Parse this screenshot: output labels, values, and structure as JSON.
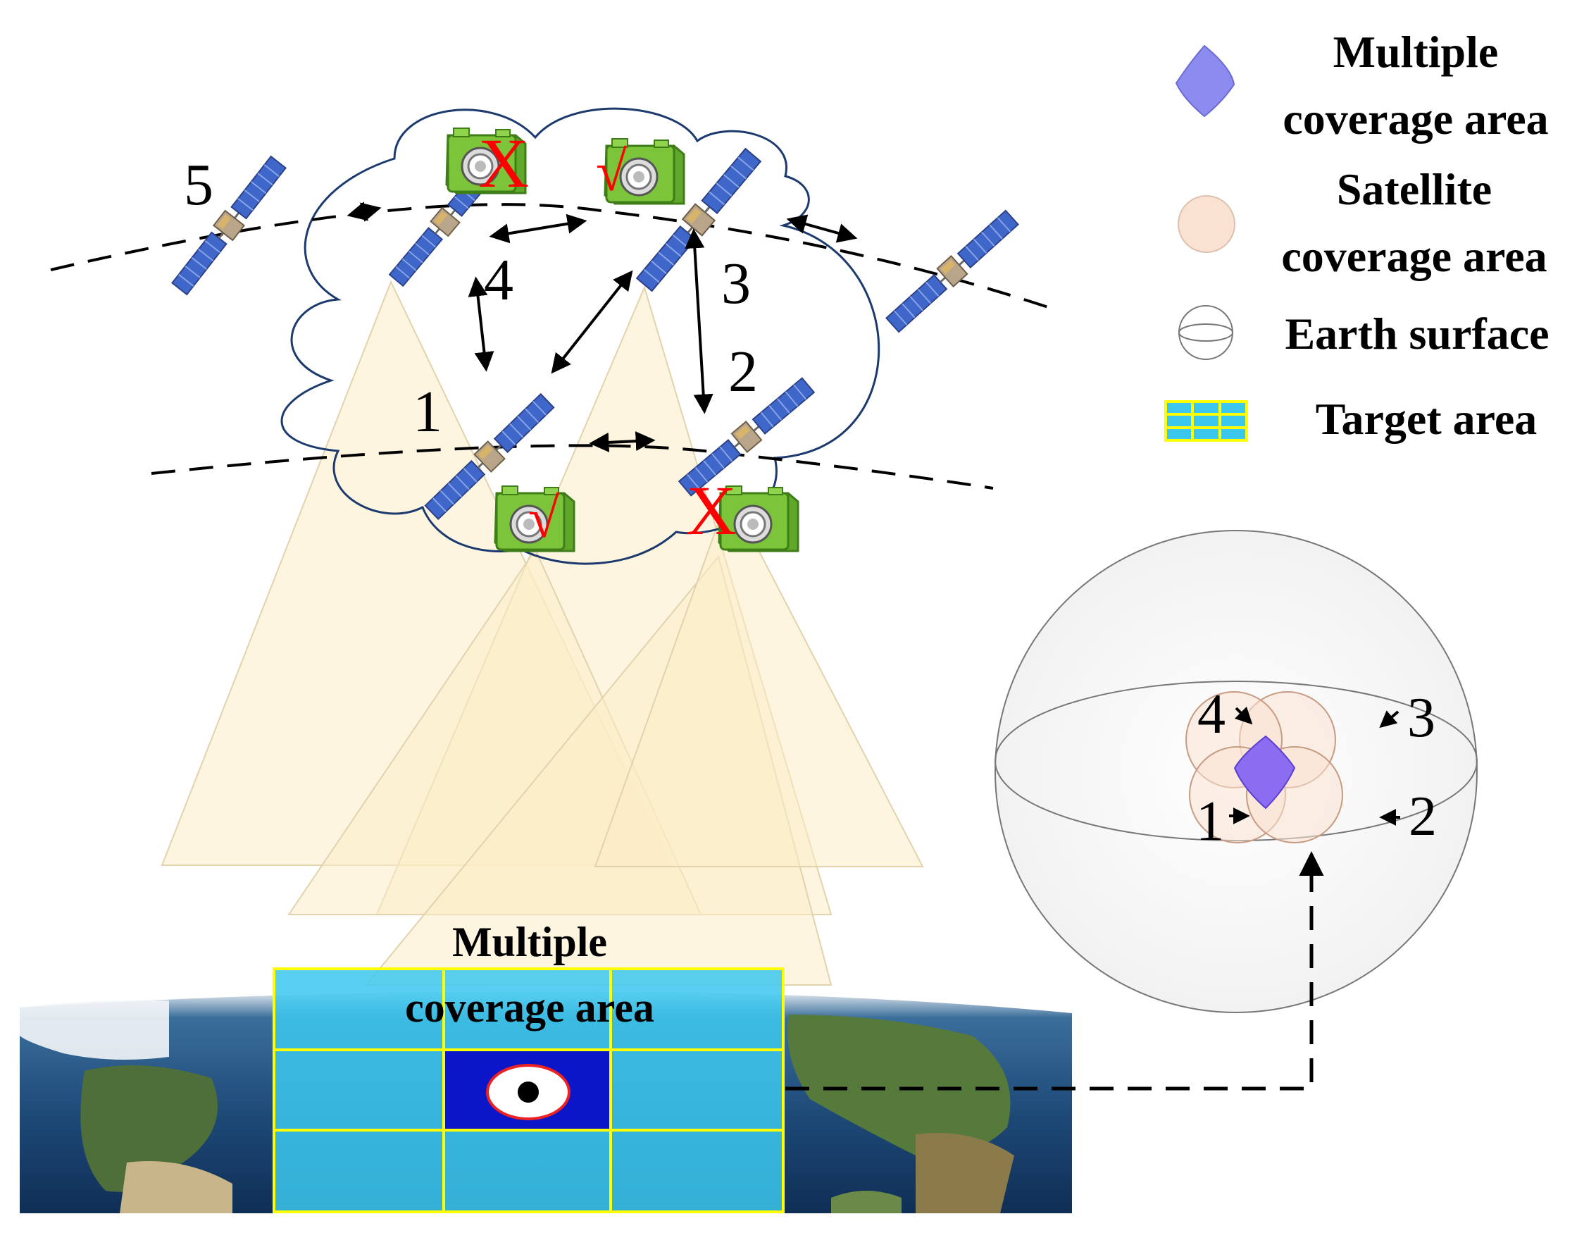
{
  "legend": {
    "items": [
      {
        "line1": "Multiple",
        "line2": "coverage area",
        "icon": "multiple-coverage-swatch",
        "color": "#8c8cf0"
      },
      {
        "line1": "Satellite",
        "line2": "coverage area",
        "icon": "satellite-coverage-swatch",
        "color": "#f9e2d2"
      },
      {
        "line1": "Earth surface",
        "line2": "",
        "icon": "earth-surface-sphere-icon",
        "color": "#ffffff"
      },
      {
        "line1": "Target area",
        "line2": "",
        "icon": "target-area-grid-swatch",
        "color": "#3cc8ee"
      }
    ]
  },
  "satellites": {
    "numbers": [
      "1",
      "2",
      "3",
      "4",
      "5"
    ]
  },
  "target_area": {
    "label_line1": "Multiple",
    "label_line2": "coverage area",
    "grid_color": "#3cc8ee",
    "highlight_color": "#0a16c8",
    "border_color": "#ffff00"
  },
  "sphere": {
    "numbers": [
      "1",
      "2",
      "3",
      "4"
    ]
  },
  "camera_marks": {
    "cross": "X",
    "check": "√"
  },
  "colors": {
    "beam": "#fbecc6",
    "cloud_outline": "#1c3a6e",
    "camera_body": "#7cc53a",
    "mark": "#ff0000",
    "panel": "#3f66c9"
  }
}
